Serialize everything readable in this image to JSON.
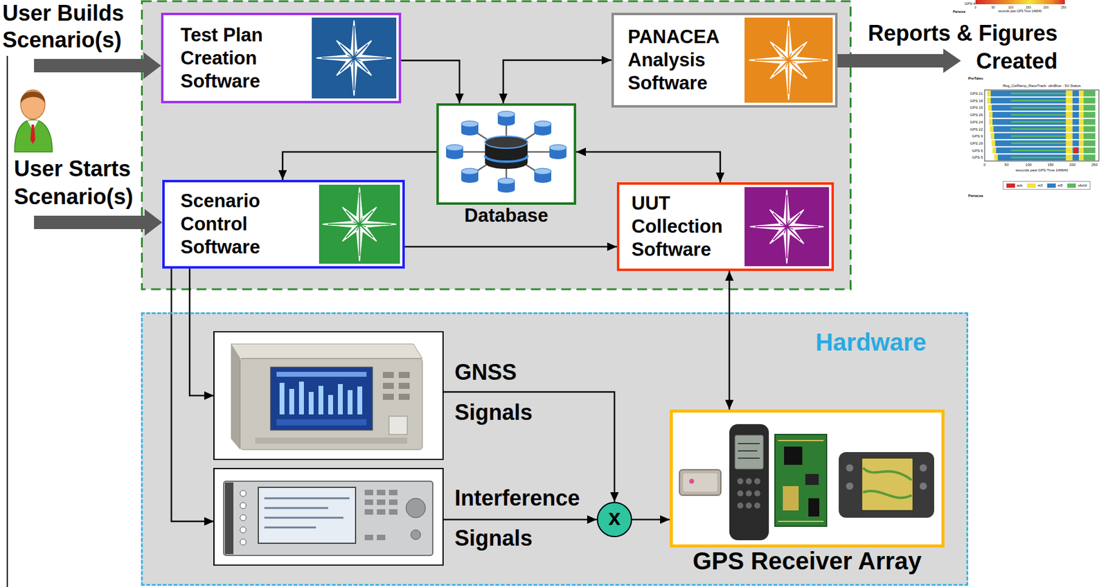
{
  "diagram": {
    "nodes": [
      {
        "text": [
          "Test Plan Creation Software"
        ]
      },
      {
        "text": [
          "PANACEA Analysis Software"
        ]
      },
      {
        "text": [
          "Database"
        ]
      },
      {
        "text": [
          "Scenario Control Software"
        ]
      },
      {
        "text": [
          "UUT Collection Software"
        ]
      },
      {
        "text": [
          "Hardware"
        ]
      },
      {
        "text": [
          "x"
        ],
        "in": 5
      },
      {
        "text": [
          "GPS Receiver Array"
        ],
        "in": 5
      }
    ],
    "edges": [
      {
        "from": 0,
        "to": 2,
        "arrow": "to"
      },
      {
        "from": 1,
        "to": 2,
        "arrow": "both"
      },
      {
        "from": 2,
        "to": 3,
        "arrow": "to"
      },
      {
        "from": 2,
        "to": 4,
        "arrow": "both"
      },
      {
        "from": 3,
        "to": 4,
        "arrow": "to"
      },
      {
        "from": 4,
        "to": 7,
        "arrow": "both"
      },
      {
        "from": 6,
        "to": 7,
        "arrow": "to"
      }
    ],
    "labels": [
      "User Builds Scenario(s)",
      "User Starts Scenario(s)",
      "Reports & Figures Created",
      "GNSS Signals",
      "Interference Signals",
      "GPS 4",
      "0",
      "50",
      "100",
      "150",
      "200",
      "250",
      "seconds past GPS Time 146640",
      "Panacea",
      "PreTales",
      "Reg_CwRamp_RaceTrack: ubxBlue - SV Status",
      "GPS 21",
      "GPS 18",
      "GPS 15",
      "GPS 26",
      "GPS 24",
      "GPS 22",
      "GPS 9",
      "GPS 29",
      "GPS 6",
      "GPS 5",
      "0",
      "50",
      "100",
      "150",
      "200",
      "250",
      "seconds past GPS Time 146640",
      "Panacea"
    ],
    "legend": [
      {
        "text": "ack",
        "color": "#d62728"
      },
      {
        "text": "st3",
        "color": "#f2e33a"
      },
      {
        "text": "st5",
        "color": "#2f7fc1"
      },
      {
        "text": "ubxId",
        "color": "#5cb85c"
      }
    ]
  }
}
